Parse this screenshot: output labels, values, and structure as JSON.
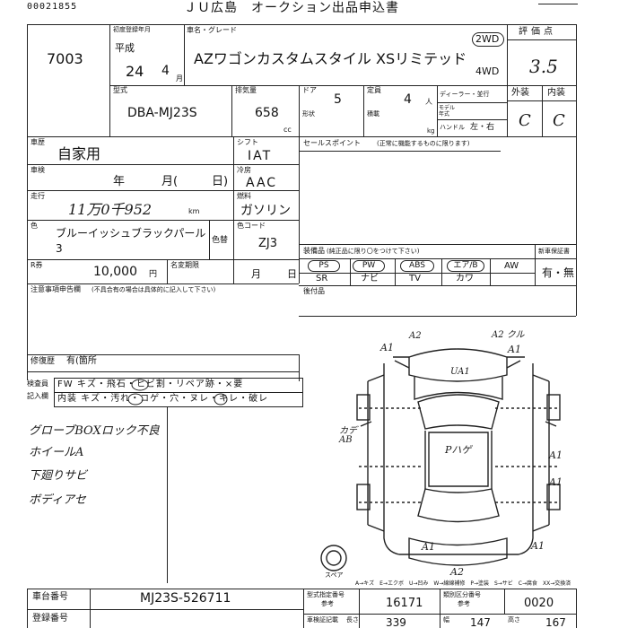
{
  "header": {
    "serial": "00021855",
    "title": "ＪＵ広島　オークション出品申込書"
  },
  "lot": {
    "number": "7003"
  },
  "registration": {
    "label": "初度登録年月",
    "era": "平成",
    "year": "24",
    "month": "4",
    "month_unit": "月"
  },
  "vehicle": {
    "name_label": "車名・グレード",
    "name": "AZワゴンカスタムスタイル XSリミテッド",
    "model_label": "型式",
    "model": "DBA-MJ23S",
    "displacement_label": "排気量",
    "displacement": "658",
    "displacement_unit": "cc",
    "doors_label": "ドア",
    "doors": "5",
    "seats_label": "定員",
    "seats": "4",
    "seats_unit": "人",
    "dealer_label": "ディーラー・並行",
    "model_year_label": "モデル年式",
    "shape_label": "形状",
    "load_label": "積載",
    "load_unit": "kg",
    "handle_label": "ハンドル",
    "handle_value": "左・右"
  },
  "drive": {
    "options": [
      "2WD",
      "4WD"
    ]
  },
  "grade": {
    "label": "評価点",
    "score": "3.5",
    "exterior_label": "外装",
    "interior_label": "内装",
    "exterior": "C",
    "interior": "C"
  },
  "usage": {
    "label": "車歴",
    "value": "自家用"
  },
  "inspection": {
    "label": "車検",
    "year_unit": "年",
    "month_unit": "月(",
    "day_unit": "日)"
  },
  "mileage": {
    "label": "走行",
    "value": "11万0千952",
    "unit": "km"
  },
  "color": {
    "label": "色",
    "value": "ブルーイッシュブラックパール3",
    "change_label": "色替",
    "code_label": "色コード",
    "code": "ZJ3"
  },
  "shift": {
    "label": "シフト",
    "value": "IAT"
  },
  "ac": {
    "label": "冷房",
    "value": "AAC"
  },
  "fuel": {
    "label": "燃料",
    "value": "ガソリン"
  },
  "recycle": {
    "label": "R券",
    "value": "10,000",
    "unit": "円"
  },
  "name_change": {
    "label": "名変期限",
    "month_unit": "月",
    "day_unit": "日"
  },
  "notes": {
    "label": "注意事項申告欄",
    "sub": "(不具合有の場合は具体的に記入して下さい)"
  },
  "repair": {
    "label": "修復歴",
    "value": "有(箇所"
  },
  "sales_point": {
    "label": "セールスポイント",
    "sub": "(正常に機能するものに限ります)"
  },
  "equipment": {
    "label": "装備品",
    "sub": "(純正品に限り〇をつけて下さい)",
    "pills": [
      "PS",
      "PW",
      "ABS",
      "エア/B"
    ],
    "aw": "AW",
    "items": [
      "SR",
      "ナビ",
      "TV",
      "カワ"
    ]
  },
  "new_manual": {
    "label": "新車保証書",
    "value": "有・無"
  },
  "extras": {
    "label": "後付品"
  },
  "check": {
    "label1": "検査員",
    "label2": "記入欄",
    "rows": [
      [
        "FW",
        "キズ・",
        "飛石",
        "・ヒビ割・リペア跡・",
        "×要"
      ],
      [
        "内装",
        "キズ・",
        "汚れ",
        "・コゲ・穴・",
        "ヌレ・キレ・破レ"
      ]
    ]
  },
  "handwritten": [
    "グローブBOXロック不良",
    "ホイールA",
    "下廻りサビ",
    "ボディアセ"
  ],
  "diagram": {
    "legend": "A→キズ　E→エクボ　U→凹み　W→線線補修　P→塗装　S→サビ　C→腐食　XX→交換済",
    "marks": [
      "A1",
      "A2",
      "A2 クル",
      "UA1",
      "カデ AB",
      "Pハゲ",
      "A1",
      "A1",
      "A1",
      "A1",
      "A1",
      "A2"
    ],
    "spare": "スペア"
  },
  "bottom": {
    "chassis_label": "車台番号",
    "chassis": "MJ23S-526711",
    "reg_label": "登録番号",
    "cert_label": "型式指定番号",
    "cert_sub": "参考",
    "cert": "16171",
    "class_label": "類別区分番号",
    "class_sub": "参考",
    "class": "0020",
    "spec_label": "車検証記載",
    "length_label": "長さ",
    "length": "339",
    "width_label": "幅",
    "width": "147",
    "height_label": "高さ",
    "height": "167"
  }
}
